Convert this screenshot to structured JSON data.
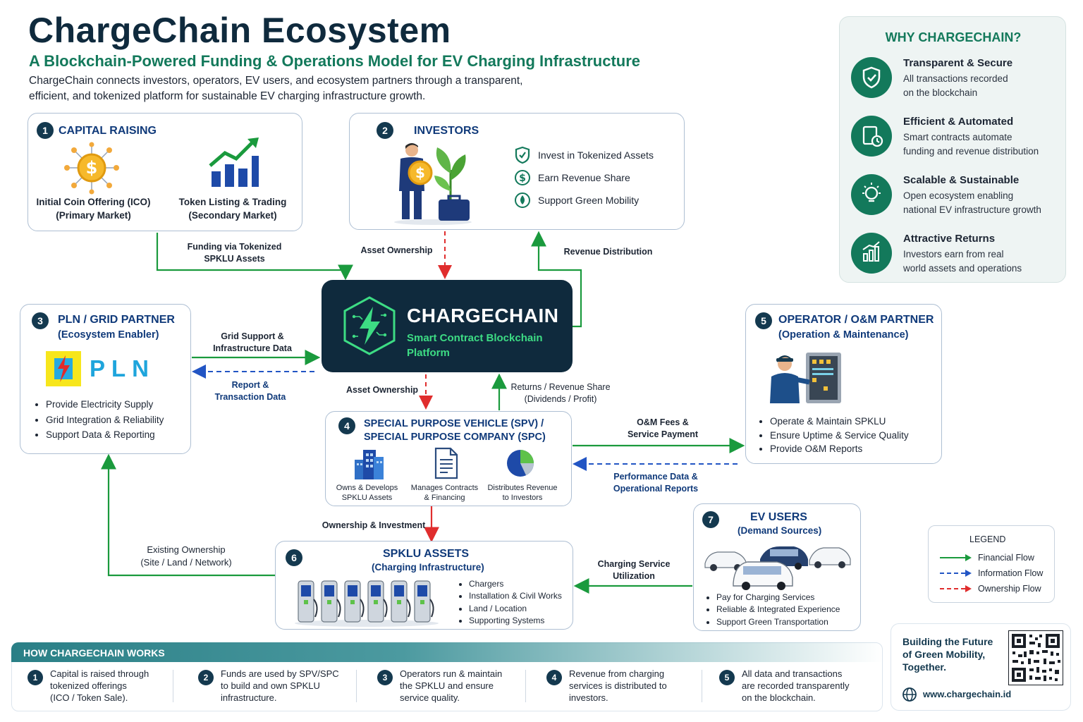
{
  "header": {
    "title": "ChargeChain Ecosystem",
    "subtitle": "A Blockchain-Powered Funding & Operations Model for EV Charging Infrastructure",
    "intro_line1": "ChargeChain connects investors, operators, EV users, and ecosystem partners through a transparent,",
    "intro_line2": "efficient, and tokenized platform for sustainable EV charging infrastructure growth."
  },
  "capital": {
    "num": "1",
    "title": "CAPITAL RAISING",
    "ico_line1": "Initial Coin Offering (ICO)",
    "ico_line2": "(Primary Market)",
    "token_line1": "Token Listing & Trading",
    "token_line2": "(Secondary Market)"
  },
  "investors": {
    "num": "2",
    "title": "INVESTORS",
    "items": [
      "Invest in Tokenized Assets",
      "Earn Revenue Share",
      "Support Green Mobility"
    ]
  },
  "pln": {
    "num": "3",
    "title": "PLN / GRID PARTNER",
    "subtitle": "(Ecosystem Enabler)",
    "logo_text": "PLN",
    "items": [
      "Provide Electricity Supply",
      "Grid Integration & Reliability",
      "Support Data & Reporting"
    ]
  },
  "core": {
    "title": "CHARGECHAIN",
    "sub1": "Smart Contract Blockchain",
    "sub2": "Platform"
  },
  "spv": {
    "num": "4",
    "title1": "SPECIAL PURPOSE VEHICLE (SPV) /",
    "title2": "SPECIAL PURPOSE COMPANY (SPC)",
    "items": [
      {
        "l1": "Owns & Develops",
        "l2": "SPKLU Assets"
      },
      {
        "l1": "Manages Contracts",
        "l2": "& Financing"
      },
      {
        "l1": "Distributes Revenue",
        "l2": "to Investors"
      }
    ]
  },
  "operator": {
    "num": "5",
    "title": "OPERATOR / O&M PARTNER",
    "subtitle": "(Operation & Maintenance)",
    "items": [
      "Operate & Maintain SPKLU",
      "Ensure Uptime & Service Quality",
      "Provide O&M Reports"
    ]
  },
  "spklu": {
    "num": "6",
    "title": "SPKLU ASSETS",
    "subtitle": "(Charging Infrastructure)",
    "items": [
      "Chargers",
      "Installation & Civil Works",
      "Land / Location",
      "Supporting Systems"
    ]
  },
  "evusers": {
    "num": "7",
    "title": "EV USERS",
    "subtitle": "(Demand Sources)",
    "items": [
      "Pay for Charging Services",
      "Reliable & Integrated Experience",
      "Support Green Transportation"
    ]
  },
  "flows": {
    "funding_1": "Funding via Tokenized",
    "funding_2": "SPKLU Assets",
    "asset_ownership_top": "Asset Ownership",
    "revenue_distribution": "Revenue Distribution",
    "grid_1": "Grid Support &",
    "grid_2": "Infrastructure Data",
    "report_1": "Report &",
    "report_2": "Transaction Data",
    "asset_ownership_mid": "Asset Ownership",
    "returns_1": "Returns / Revenue Share",
    "returns_2": "(Dividends / Profit)",
    "om_fees_1": "O&M Fees &",
    "om_fees_2": "Service Payment",
    "perf_1": "Performance Data &",
    "perf_2": "Operational Reports",
    "ownership_investment": "Ownership & Investment",
    "existing_1": "Existing Ownership",
    "existing_2": "(Site / Land / Network)",
    "charging_1": "Charging Service",
    "charging_2": "Utilization"
  },
  "why": {
    "title": "WHY CHARGECHAIN?",
    "items": [
      {
        "title": "Transparent & Secure",
        "d1": "All transactions recorded",
        "d2": "on the blockchain"
      },
      {
        "title": "Efficient & Automated",
        "d1": "Smart contracts automate",
        "d2": "funding and revenue distribution"
      },
      {
        "title": "Scalable & Sustainable",
        "d1": "Open ecosystem enabling",
        "d2": "national EV infrastructure growth"
      },
      {
        "title": "Attractive Returns",
        "d1": "Investors earn from real",
        "d2": "world assets and operations"
      }
    ]
  },
  "legend": {
    "title": "LEGEND",
    "financial": "Financial Flow",
    "information": "Information Flow",
    "ownership": "Ownership Flow",
    "colors": {
      "financial": "#1a9a3d",
      "information": "#2255c4",
      "ownership": "#e02d2d"
    }
  },
  "how": {
    "title": "HOW CHARGECHAIN WORKS",
    "steps": [
      {
        "num": "1",
        "l1": "Capital is raised through",
        "l2": "tokenized offerings",
        "l3": "(ICO / Token Sale)."
      },
      {
        "num": "2",
        "l1": "Funds are used by SPV/SPC",
        "l2": "to build and own SPKLU",
        "l3": "infrastructure."
      },
      {
        "num": "3",
        "l1": "Operators run & maintain",
        "l2": "the SPKLU and ensure",
        "l3": "service quality."
      },
      {
        "num": "4",
        "l1": "Revenue from charging",
        "l2": "services is distributed to",
        "l3": "investors."
      },
      {
        "num": "5",
        "l1": "All data and transactions",
        "l2": "are recorded transparently",
        "l3": "on the blockchain."
      }
    ]
  },
  "footer": {
    "tag1": "Building the Future",
    "tag2": "of Green Mobility,",
    "tag3": "Together.",
    "url": "www.chargechain.id"
  },
  "colors": {
    "navy": "#0f2a3d",
    "brand_blue": "#103a7a",
    "teal": "#13795b",
    "accent_green": "#3ddc84"
  }
}
